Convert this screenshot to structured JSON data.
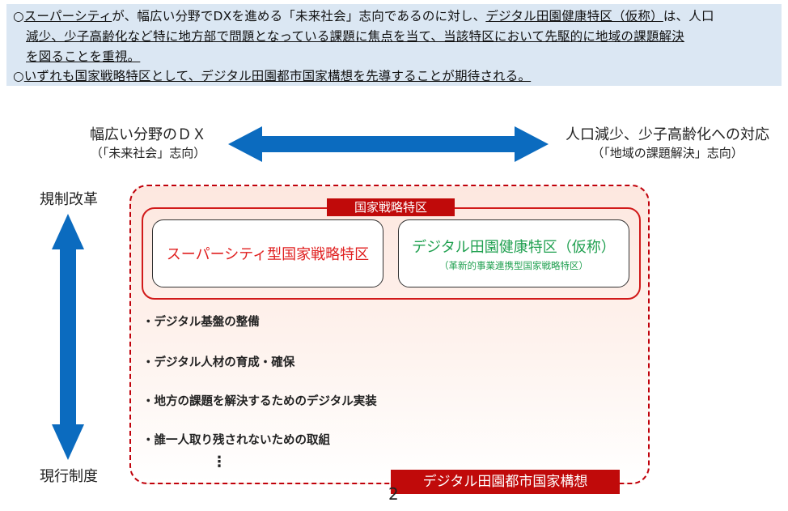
{
  "summary": {
    "line1_mark": "○",
    "line1_a": "スーパーシティ",
    "line1_b": "が、幅広い分野でDXを進める「未来社会」志向であるのに対し、",
    "line1_c": "デジタル田園健康特区（仮称）",
    "line1_d": "は、人口",
    "line2": "減少、少子高齢化など特に地方部で問題となっている課題に焦点を当て、当該特区において先駆的に地域の課題解決",
    "line3": "を図ることを重視。",
    "line4_mark": "○",
    "line4": "いずれも国家戦略特区として、デジタル田園都市国家構想を先導することが期待される。"
  },
  "axis_horizontal": {
    "left_main": "幅広い分野のＤＸ",
    "left_sub": "（「未来社会」志向）",
    "right_main": "人口減少、少子高齢化への対応",
    "right_sub": "（「地域の課題解決」志向）"
  },
  "axis_vertical": {
    "top": "規制改革",
    "bottom": "現行制度"
  },
  "zone": {
    "label": "国家戦略特区",
    "box_left": "スーパーシティ型国家戦略特区",
    "box_right_main": "デジタル田園健康特区（仮称）",
    "box_right_sub": "（革新的事業連携型国家戦略特区）"
  },
  "bullets": [
    "・デジタル基盤の整備",
    "・デジタル人材の育成・確保",
    "・地方の課題を解決するためのデジタル実装",
    "・誰一人取り残されないための取組"
  ],
  "ellipsis": "⋮",
  "bottom_label": "デジタル田園都市国家構想",
  "page_number": "2",
  "colors": {
    "arrow_blue": "#0b6bbf",
    "accent_red": "#c00a0a",
    "superCity_red": "#e02020",
    "health_green": "#20a050",
    "summary_bg": "#dbe7f3"
  }
}
